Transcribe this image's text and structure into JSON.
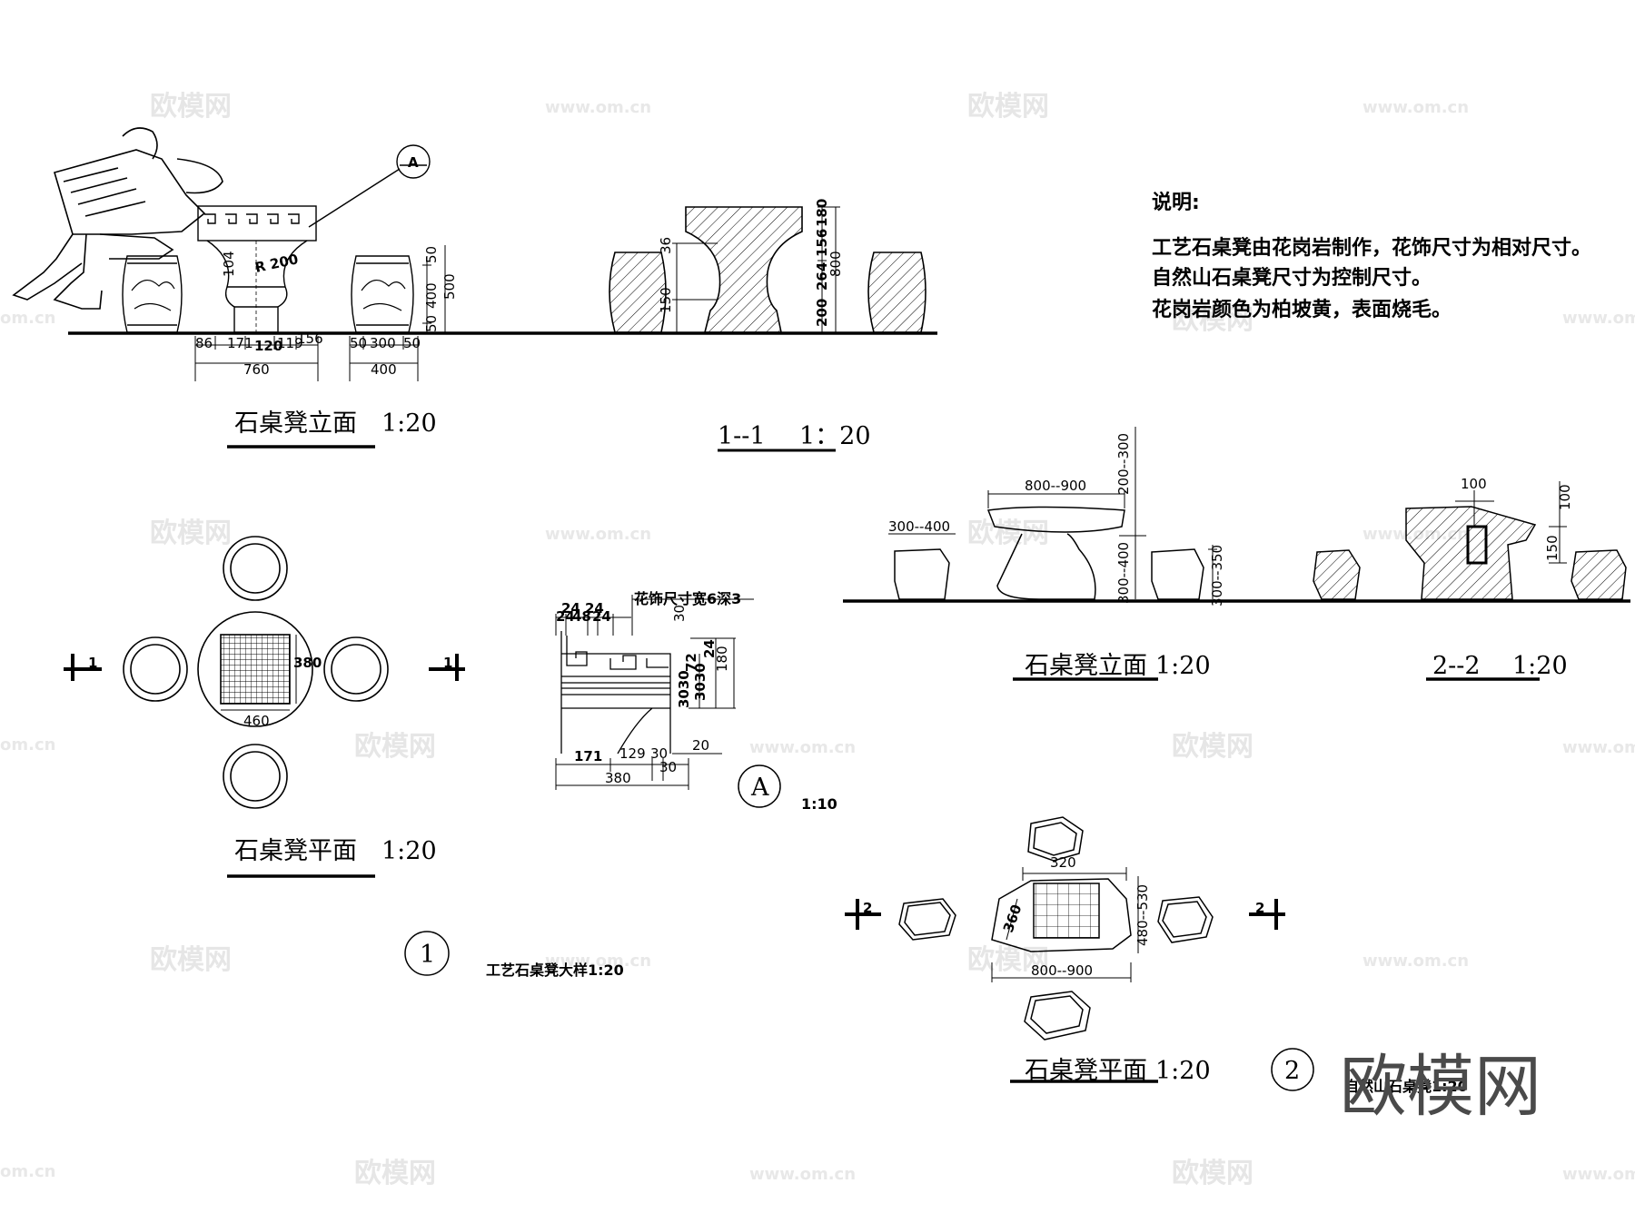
{
  "watermark": {
    "brand": "欧模网",
    "url": "www.om.cn",
    "url_short": "om.cn",
    "corner_brand": "欧模网"
  },
  "notes": {
    "heading": "说明:",
    "line1": "工艺石桌凳由花岗岩制作，花饰尺寸为相对尺寸。",
    "line2": "自然山石桌凳尺寸为控制尺寸。",
    "line3": "花岗岩颜色为柏坡黄，表面烧毛。"
  },
  "titles": {
    "craft_elevation": "石桌凳立面",
    "craft_elevation_scale": "1:20",
    "section_1": "1--1",
    "section_1_scale": "1：20",
    "craft_plan": "石桌凳平面",
    "craft_plan_scale": "1:20",
    "craft_detail_num": "1",
    "craft_detail": "工艺石桌凳大样1:20",
    "detail_a_label": "A",
    "detail_a_scale": "1:10",
    "natural_elevation": "石桌凳立面",
    "natural_elevation_scale": "1:20",
    "section_2": "2--2",
    "section_2_scale": "1:20",
    "natural_plan": "石桌凳平面",
    "natural_plan_scale": "1:20",
    "natural_detail_num": "2",
    "natural_detail": "自然山石桌凳1:20"
  },
  "elevation_dims": {
    "callout": "A",
    "radius": "R 200",
    "d104": "104",
    "d86": "86",
    "d171": "171",
    "d120": "120",
    "d119": "119",
    "d156": "156",
    "d760": "760",
    "d50a": "50",
    "d300": "300",
    "d50b": "50",
    "d400": "400",
    "v50": "50",
    "v400": "400",
    "v500": "500",
    "v50b": "50"
  },
  "section1_dims": {
    "d180": "180",
    "d156": "156",
    "d800": "800",
    "d264": "264",
    "d200": "200",
    "d36": "36",
    "d150": "150"
  },
  "plan_dims": {
    "d380": "380",
    "d460": "460",
    "cut_left": "1",
    "cut_right": "1"
  },
  "detail_dims": {
    "note": "花饰尺寸宽6深3",
    "d24a": "24",
    "d24b": "24",
    "d24c": "24",
    "d48": "48",
    "d24d": "24",
    "d30a": "30",
    "d72": "72",
    "d24e": "24",
    "d180": "180",
    "d3030": "3030",
    "d30_30": "3030",
    "d171": "171",
    "d129": "129",
    "d30b": "30",
    "d20": "20",
    "d380": "380",
    "d30c": "30"
  },
  "natural_dims": {
    "d300_400": "300--400",
    "d800_900": "800--900",
    "d200_300": "200--300",
    "d300_400v": "300--400",
    "d300_350": "300--350",
    "d100a": "100",
    "d100b": "100",
    "d150": "150"
  },
  "natural_plan_dims": {
    "d320": "320",
    "d360": "360",
    "d480_530": "480--530",
    "d800_900": "800--900",
    "cut_left": "2",
    "cut_right": "2"
  }
}
